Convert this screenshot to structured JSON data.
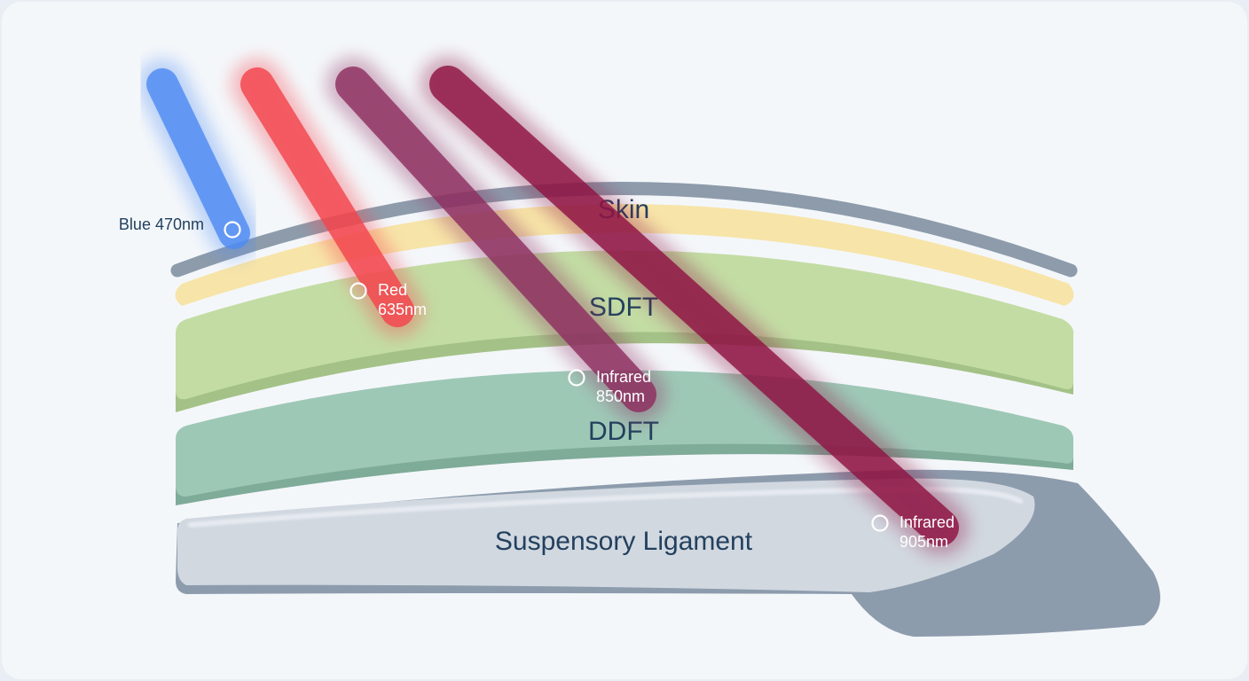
{
  "layers": [
    {
      "id": "skin",
      "label": "Skin",
      "fill": "#f7e4a8",
      "shadow": "#e8cf86"
    },
    {
      "id": "sdft",
      "label": "SDFT",
      "fill": "#c3dca4",
      "shadow": "#a4c287"
    },
    {
      "id": "ddft",
      "label": "DDFT",
      "fill": "#9ec8b6",
      "shadow": "#7fab99"
    },
    {
      "id": "suspensory",
      "label": "Suspensory Ligament",
      "fill": "#d1d8e0",
      "shadow": "#8d9cad"
    }
  ],
  "beams": [
    {
      "id": "blue",
      "line1": "Blue 470nm",
      "line2": "",
      "color": "#4f8cf3"
    },
    {
      "id": "red",
      "line1": "Red",
      "line2": "635nm",
      "color": "#f4454d"
    },
    {
      "id": "ir850",
      "line1": "Infrared",
      "line2": "850nm",
      "color": "#8e2f60"
    },
    {
      "id": "ir905",
      "line1": "Infrared",
      "line2": "905nm",
      "color": "#8f1444"
    }
  ],
  "colors": {
    "background": "#f4f7fa",
    "outer_skin": "#8d9bab",
    "text": "#23405e",
    "label_on_beam": "#ffffff"
  }
}
